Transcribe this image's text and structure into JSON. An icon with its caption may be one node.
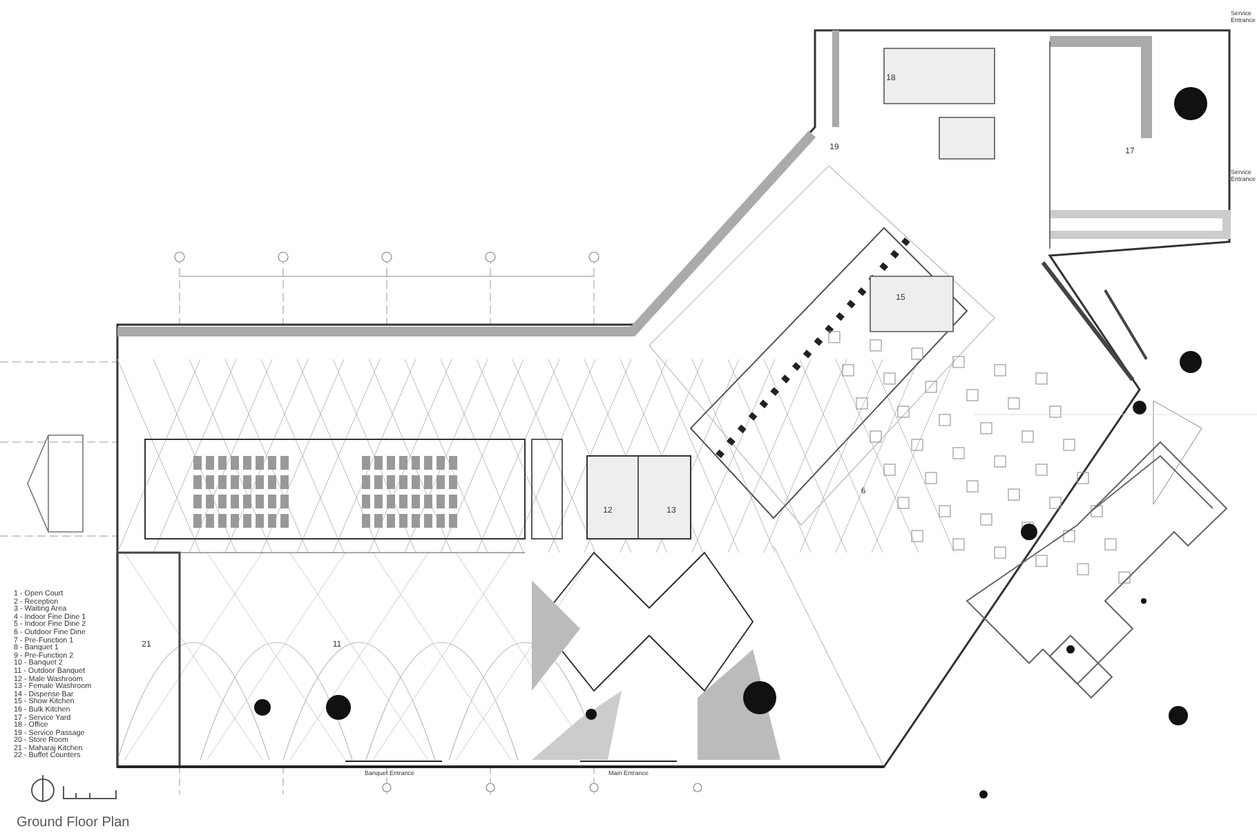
{
  "diagram": {
    "title": "Ground Floor Plan",
    "labels": [
      "1 - Open Court",
      "2 - Reception",
      "3 - Waiting Area",
      "4 - Indoor Fine Dine 1",
      "5 - Indoor Fine Dine 2",
      "6 - Outdoor Fine Dine",
      "7 - Pre-Function 1",
      "8 - Banquet 1",
      "9 - Pre-Function 2",
      "10 - Banquet 2",
      "11 - Outdoor Banquet",
      "12 - Male Washroom",
      "13 - Female Washroom",
      "14 - Dispense Bar",
      "15 - Show Kitchen",
      "16 - Bulk Kitchen",
      "17 - Service Yard",
      "18 - Office",
      "19 - Service Passage",
      "20 - Store Room",
      "21 - Maharaj Kitchen",
      "22 - Buffet Counters",
      "18",
      "Service Entrance",
      "19",
      "17",
      "Service Entrance",
      "15",
      "6",
      "12",
      "13",
      "21",
      "11",
      "Banquet Entrance",
      "Main Entrance"
    ]
  }
}
